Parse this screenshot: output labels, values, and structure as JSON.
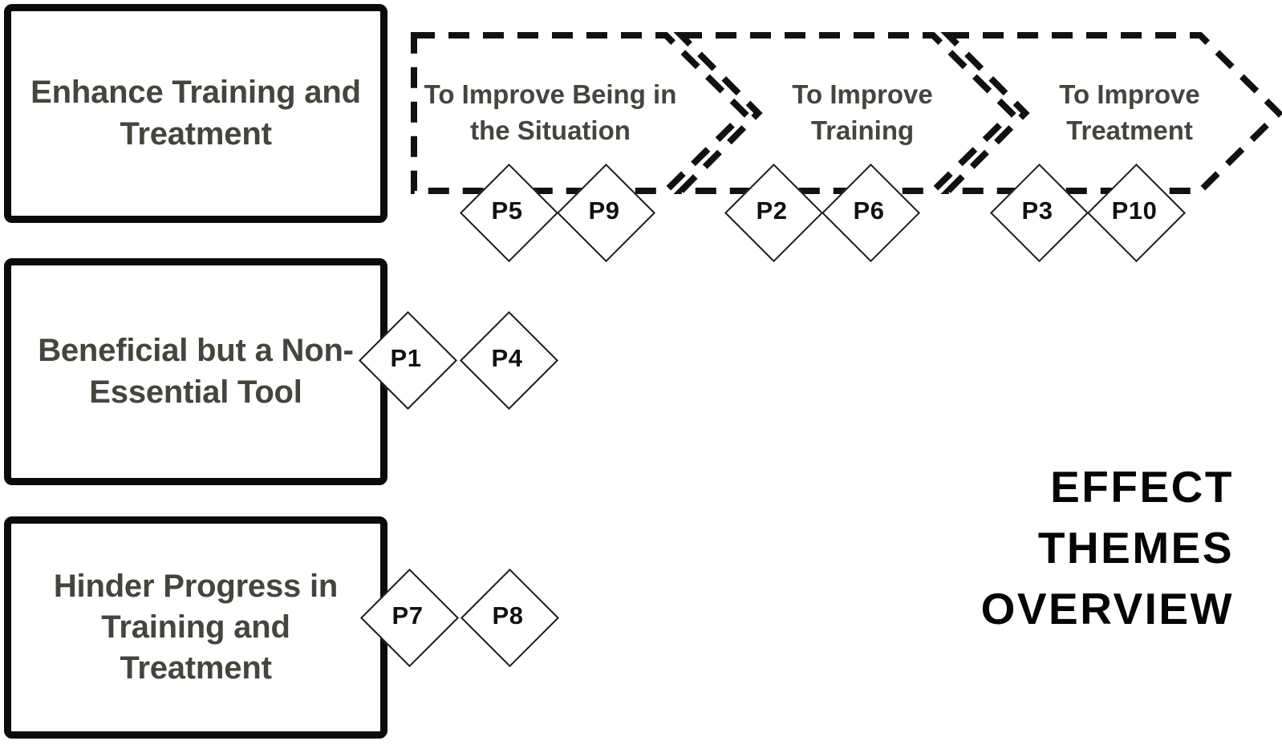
{
  "figure": {
    "caption_lines": [
      "EFFECT",
      "THEMES",
      "OVERVIEW"
    ],
    "colors": {
      "box_border": "#0b0b0b",
      "box_text": "#45453d",
      "chevron_border": "#111111",
      "diamond_border": "#1b1b1b",
      "diamond_text": "#111111",
      "caption_text": "#050505",
      "background": "#ffffff"
    }
  },
  "themes": [
    {
      "id": "enhance",
      "label": "Enhance Training and Treatment",
      "participants": []
    },
    {
      "id": "beneficial",
      "label": "Beneficial but a Non-Essential Tool",
      "participants": [
        "P1",
        "P4"
      ]
    },
    {
      "id": "hinder",
      "label": "Hinder Progress in Training and Treatment",
      "participants": [
        "P7",
        "P8"
      ]
    }
  ],
  "stages": [
    {
      "id": "situation",
      "label": "To Improve Being in the Situation",
      "participants": [
        "P5",
        "P9"
      ]
    },
    {
      "id": "training",
      "label": "To Improve Training",
      "participants": [
        "P2",
        "P6"
      ]
    },
    {
      "id": "treatment",
      "label": "To Improve Treatment",
      "participants": [
        "P3",
        "P10"
      ]
    }
  ]
}
